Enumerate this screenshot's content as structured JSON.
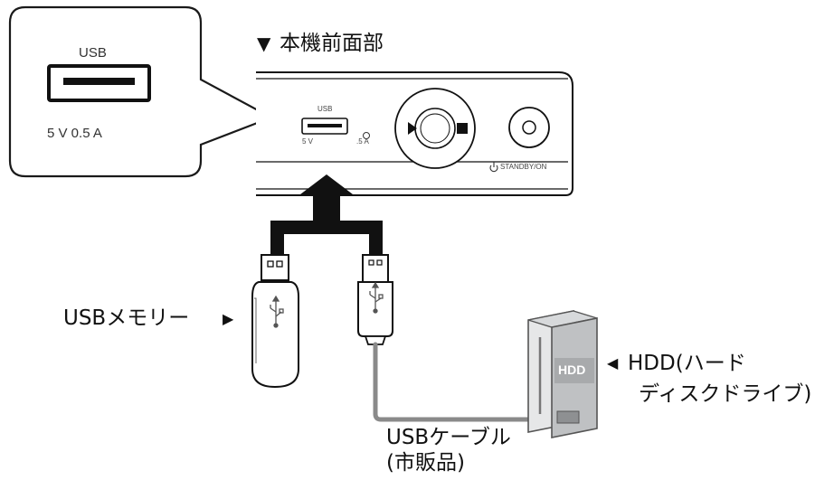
{
  "callout": {
    "port_label": "USB",
    "rating": "5 V 0.5 A"
  },
  "panel": {
    "title": "本機前面部",
    "usb_label": "USB",
    "usb_rating": "5 V",
    "usb_current": ".5 A",
    "standby_label": "STANDBY/ON"
  },
  "devices": {
    "usb_memory": "USBメモリー",
    "hdd_line1": "HDD(ハード",
    "hdd_line2": "ディスクドライブ)",
    "hdd_badge": "HDD",
    "cable_line1": "USBケーブル",
    "cable_line2": "(市販品)"
  },
  "colors": {
    "stroke": "#1a1a1a",
    "cable": "#8a8a8a",
    "hdd_body": "#bfc1c3"
  }
}
